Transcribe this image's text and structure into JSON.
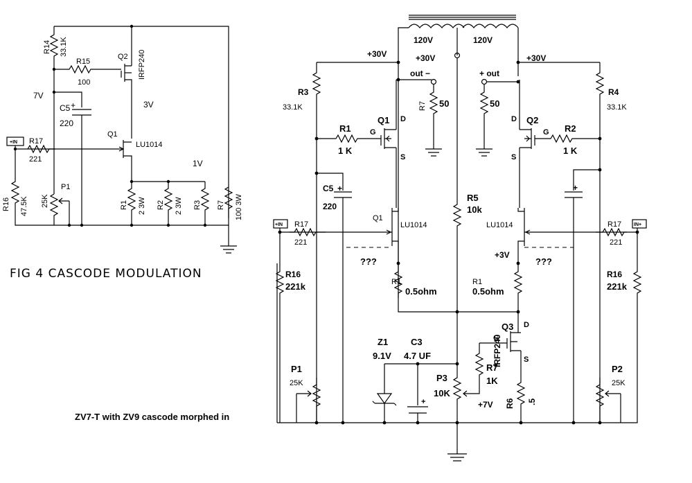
{
  "fig4": {
    "caption": "FIG 4  CASCODE MODULATION",
    "R14": {
      "name": "R14",
      "value": "33.1K"
    },
    "R15": {
      "name": "R15",
      "value": "100"
    },
    "Q2": {
      "name": "Q2",
      "part": "IRFP240"
    },
    "C5": {
      "name": "C5",
      "value": "220",
      "plus": "+"
    },
    "Q1": {
      "name": "Q1",
      "part": "LU1014"
    },
    "R17": {
      "name": "R17",
      "value": "221"
    },
    "R16": {
      "name": "R16",
      "value": "47.5K"
    },
    "P1": {
      "name": "P1",
      "value": "25K"
    },
    "R1": {
      "name": "R1",
      "value": "2 3W"
    },
    "R2": {
      "name": "R2",
      "value": "2 3W"
    },
    "R3": {
      "name": "R3"
    },
    "R7": {
      "name": "R7",
      "value": "100 3W"
    },
    "v7": "7V",
    "v3": "3V",
    "v1": "1V",
    "in_label": "+IN"
  },
  "main": {
    "caption": "ZV7-T with ZV9 cascode morphed in",
    "transformer": {
      "left": "120V",
      "right": "120V"
    },
    "rails": {
      "left": "+30V",
      "center": "+30V",
      "right": "+30V"
    },
    "out_neg": "out −",
    "out_pos": "+ out",
    "left": {
      "R3": {
        "name": "R3",
        "value": "33.1K"
      },
      "R1": {
        "name": "R1",
        "value": "1 K"
      },
      "Q1": {
        "name": "Q1",
        "g": "G",
        "d": "D",
        "s": "S"
      },
      "R7": {
        "name": "R7",
        "value": "50"
      },
      "C5": {
        "name": "C5",
        "value": "220",
        "plus": "+"
      },
      "Q1b": {
        "name": "Q1",
        "part": "LU1014"
      },
      "R17": {
        "name": "R17",
        "value": "221"
      },
      "R16": {
        "name": "R16",
        "value": "221k"
      },
      "unknown": "???",
      "Rs": {
        "name": "R1",
        "value": "0.5ohm"
      },
      "P1": {
        "name": "P1",
        "value": "25K"
      },
      "in_label": "+IN"
    },
    "right": {
      "R4": {
        "name": "R4",
        "value": "33.1K"
      },
      "R2": {
        "name": "R2",
        "value": "1 K"
      },
      "Q2": {
        "name": "Q2",
        "g": "G",
        "d": "D",
        "s": "S"
      },
      "R8": {
        "value": "50"
      },
      "C5": {
        "plus": "+"
      },
      "Q2b": {
        "part": "LU1014"
      },
      "R17": {
        "name": "R17",
        "value": "221"
      },
      "R16": {
        "name": "R16",
        "value": "221k"
      },
      "unknown": "???",
      "v3": "+3V",
      "Rs": {
        "name": "R1",
        "value": "0.5ohm"
      },
      "P2": {
        "name": "P2",
        "value": "25K"
      },
      "in_label": "IN+"
    },
    "center": {
      "R5": {
        "name": "R5",
        "value": "10k"
      },
      "Q3": {
        "name": "Q3",
        "part": "IRFP240",
        "g": "G",
        "d": "D",
        "s": "S"
      },
      "Z1": {
        "name": "Z1",
        "value": "9.1V"
      },
      "C3": {
        "name": "C3",
        "value": "4.7 UF",
        "plus": "+"
      },
      "R7": {
        "name": "R7",
        "value": "1K"
      },
      "P3": {
        "name": "P3",
        "value": "10K"
      },
      "v7": "+7V",
      "R6": {
        "name": "R6",
        "value": ".5"
      }
    }
  }
}
